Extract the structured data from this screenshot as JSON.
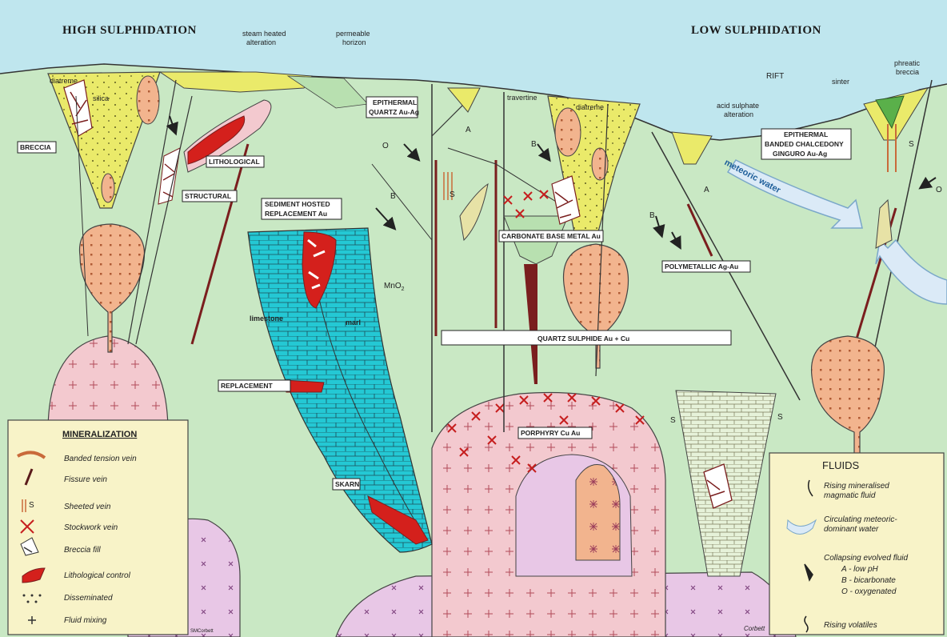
{
  "headings": {
    "high": "HIGH SULPHIDATION",
    "low": "LOW SULPHIDATION"
  },
  "surface_labels": {
    "diatreme_left": "diatreme",
    "silica": "silica",
    "steam_heated": [
      "steam heated",
      "alteration"
    ],
    "permeable": [
      "permeable",
      "horizon"
    ],
    "travertine": "travertine",
    "diatreme_right": "diatreme",
    "rift": "RIFT",
    "acid_sulphate": [
      "acid sulphate",
      "alteration"
    ],
    "sinter": "sinter",
    "phreatic": [
      "phreatic",
      "breccia"
    ]
  },
  "deposit_boxes": {
    "breccia": "BRECCIA",
    "lithological": "LITHOLOGICAL",
    "structural": "STRUCTURAL",
    "epithermal_quartz": [
      "EPITHERMAL",
      "QUARTZ Au-Ag"
    ],
    "sediment_hosted": [
      "SEDIMENT HOSTED",
      "REPLACEMENT Au"
    ],
    "carbonate_base": "CARBONATE BASE METAL Au",
    "polymetallic": "POLYMETALLIC Ag-Au",
    "epithermal_banded": [
      "EPITHERMAL",
      "BANDED CHALCEDONY",
      "GINGURO Au-Ag"
    ],
    "quartz_sulphide": "QUARTZ SULPHIDE Au + Cu",
    "replacement": "REPLACEMENT",
    "skarn": "SKARN",
    "porphyry": "PORPHYRY Cu Au"
  },
  "rock_labels": {
    "limestone": "limestone",
    "marl": "marl",
    "mno2": "MnO",
    "mno2_sub": "2",
    "meteoric_water": "meteoric water"
  },
  "flow_letters": {
    "o_left": "O",
    "b_left": "B",
    "a_left": "A",
    "s_left": "S",
    "b_mid": "B",
    "b_right": "B",
    "a_right": "A",
    "s_right": "S",
    "o_right": "O",
    "s_skarn_l": "S",
    "s_skarn_r": "S"
  },
  "mineralization_legend": {
    "title": "MINERALIZATION",
    "items": [
      "Banded tension vein",
      "Fissure vein",
      "Sheeted vein",
      "Stockwork vein",
      "Breccia fill",
      "Lithological control",
      "Disseminated",
      "Fluid mixing"
    ],
    "sheeted_symbol": "S"
  },
  "fluids_legend": {
    "title": "FLUIDS",
    "items": [
      [
        "Rising mineralised",
        "magmatic fluid"
      ],
      [
        "Circulating meteoric-",
        "dominant water"
      ],
      [
        "Collapsing evolved fluid",
        "A - low pH",
        "B - bicarbonate",
        "O - oxygenated"
      ],
      [
        "Rising volatiles"
      ]
    ]
  },
  "credits": {
    "left": "SMCorbett",
    "right": "Corbett"
  },
  "colors": {
    "sky": "#bfe6ee",
    "ground": "#c9e8c4",
    "yellow": "#eaea6a",
    "salmon": "#f2b48e",
    "pink_intrusion": "#f3c9cf",
    "lilac": "#e8c7e6",
    "limestone": "#24c8d4",
    "red": "#d4201c",
    "legend_bg": "#f8f3c8"
  }
}
